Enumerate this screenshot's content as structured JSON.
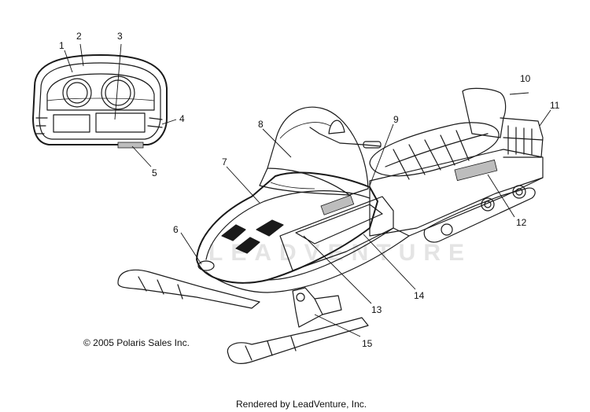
{
  "copyright_text": "© 2005 Polaris Sales Inc.",
  "rendered_by_text": "Rendered by LeadVenture, Inc.",
  "watermark": "LEADVENTURE",
  "callouts": [
    "1",
    "2",
    "3",
    "4",
    "5",
    "6",
    "7",
    "8",
    "9",
    "10",
    "11",
    "12",
    "13",
    "14",
    "15"
  ]
}
